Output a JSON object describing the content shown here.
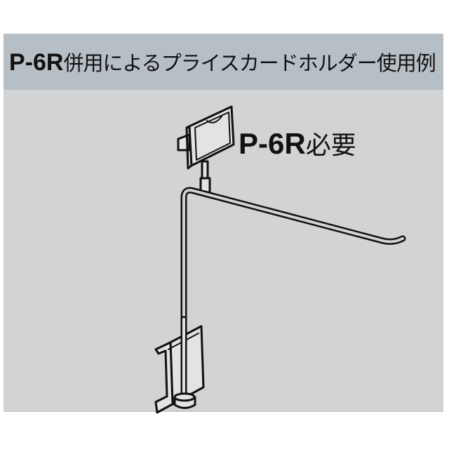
{
  "header": {
    "title_model": "P-6R",
    "title_text": "併用によるプライスカードホルダー使用例"
  },
  "annotation": {
    "model": "P-6R",
    "text": "必要"
  },
  "figure": {
    "description": "Price card holder mounted on hook bar with clamp base",
    "colors": {
      "panel": "#d2d3d5",
      "header": "#b7bfc6",
      "line": "#111111",
      "fill": "#e2e3e5"
    }
  }
}
